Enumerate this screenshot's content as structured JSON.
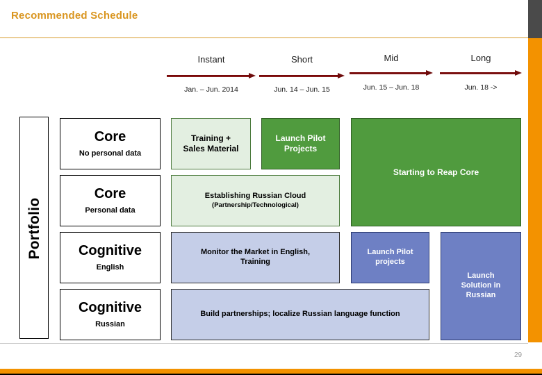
{
  "slide": {
    "title": "Recommended Schedule",
    "page_number": "29",
    "accent_orange": "#F39200",
    "title_color": "#D9951F",
    "rule_color": "#D79B2B",
    "gray_bar_color": "#4a4a4a"
  },
  "timeline": {
    "phases": [
      {
        "label": "Instant",
        "range": "Jan. – Jun. 2014"
      },
      {
        "label": "Short",
        "range": "Jun. 14 – Jun. 15"
      },
      {
        "label": "Mid",
        "range": "Jun. 15 – Jun. 18"
      },
      {
        "label": "Long",
        "range": "Jun. 18 ->"
      }
    ],
    "arrow_color": "#6e0b0b"
  },
  "axis": {
    "portfolio_label": "Portfolio"
  },
  "rows": [
    {
      "title": "Core",
      "subtitle": "No personal data"
    },
    {
      "title": "Core",
      "subtitle": "Personal data"
    },
    {
      "title": "Cognitive",
      "subtitle": "English"
    },
    {
      "title": "Cognitive",
      "subtitle": "Russian"
    }
  ],
  "cells": {
    "training_sales": "Training +\nSales Material",
    "launch_pilot_projects_green": "Launch Pilot\nProjects",
    "starting_to_reap_core": "Starting to Reap Core",
    "establishing_russian_cloud": "Establishing Russian Cloud",
    "establishing_russian_cloud_sub": "(Partnership/Technological)",
    "monitor_market": "Monitor the Market in English,\nTraining",
    "launch_pilot_projects_blue": "Launch Pilot\nprojects",
    "build_partnerships": "Build partnerships; localize Russian language function",
    "launch_solution_russian": "Launch\nSolution in\nRussian"
  },
  "colors": {
    "green": "#509B3E",
    "light_green": "#E3EFE1",
    "blue": "#6E80C4",
    "light_blue": "#C5CEE8",
    "white": "#FFFFFF"
  }
}
